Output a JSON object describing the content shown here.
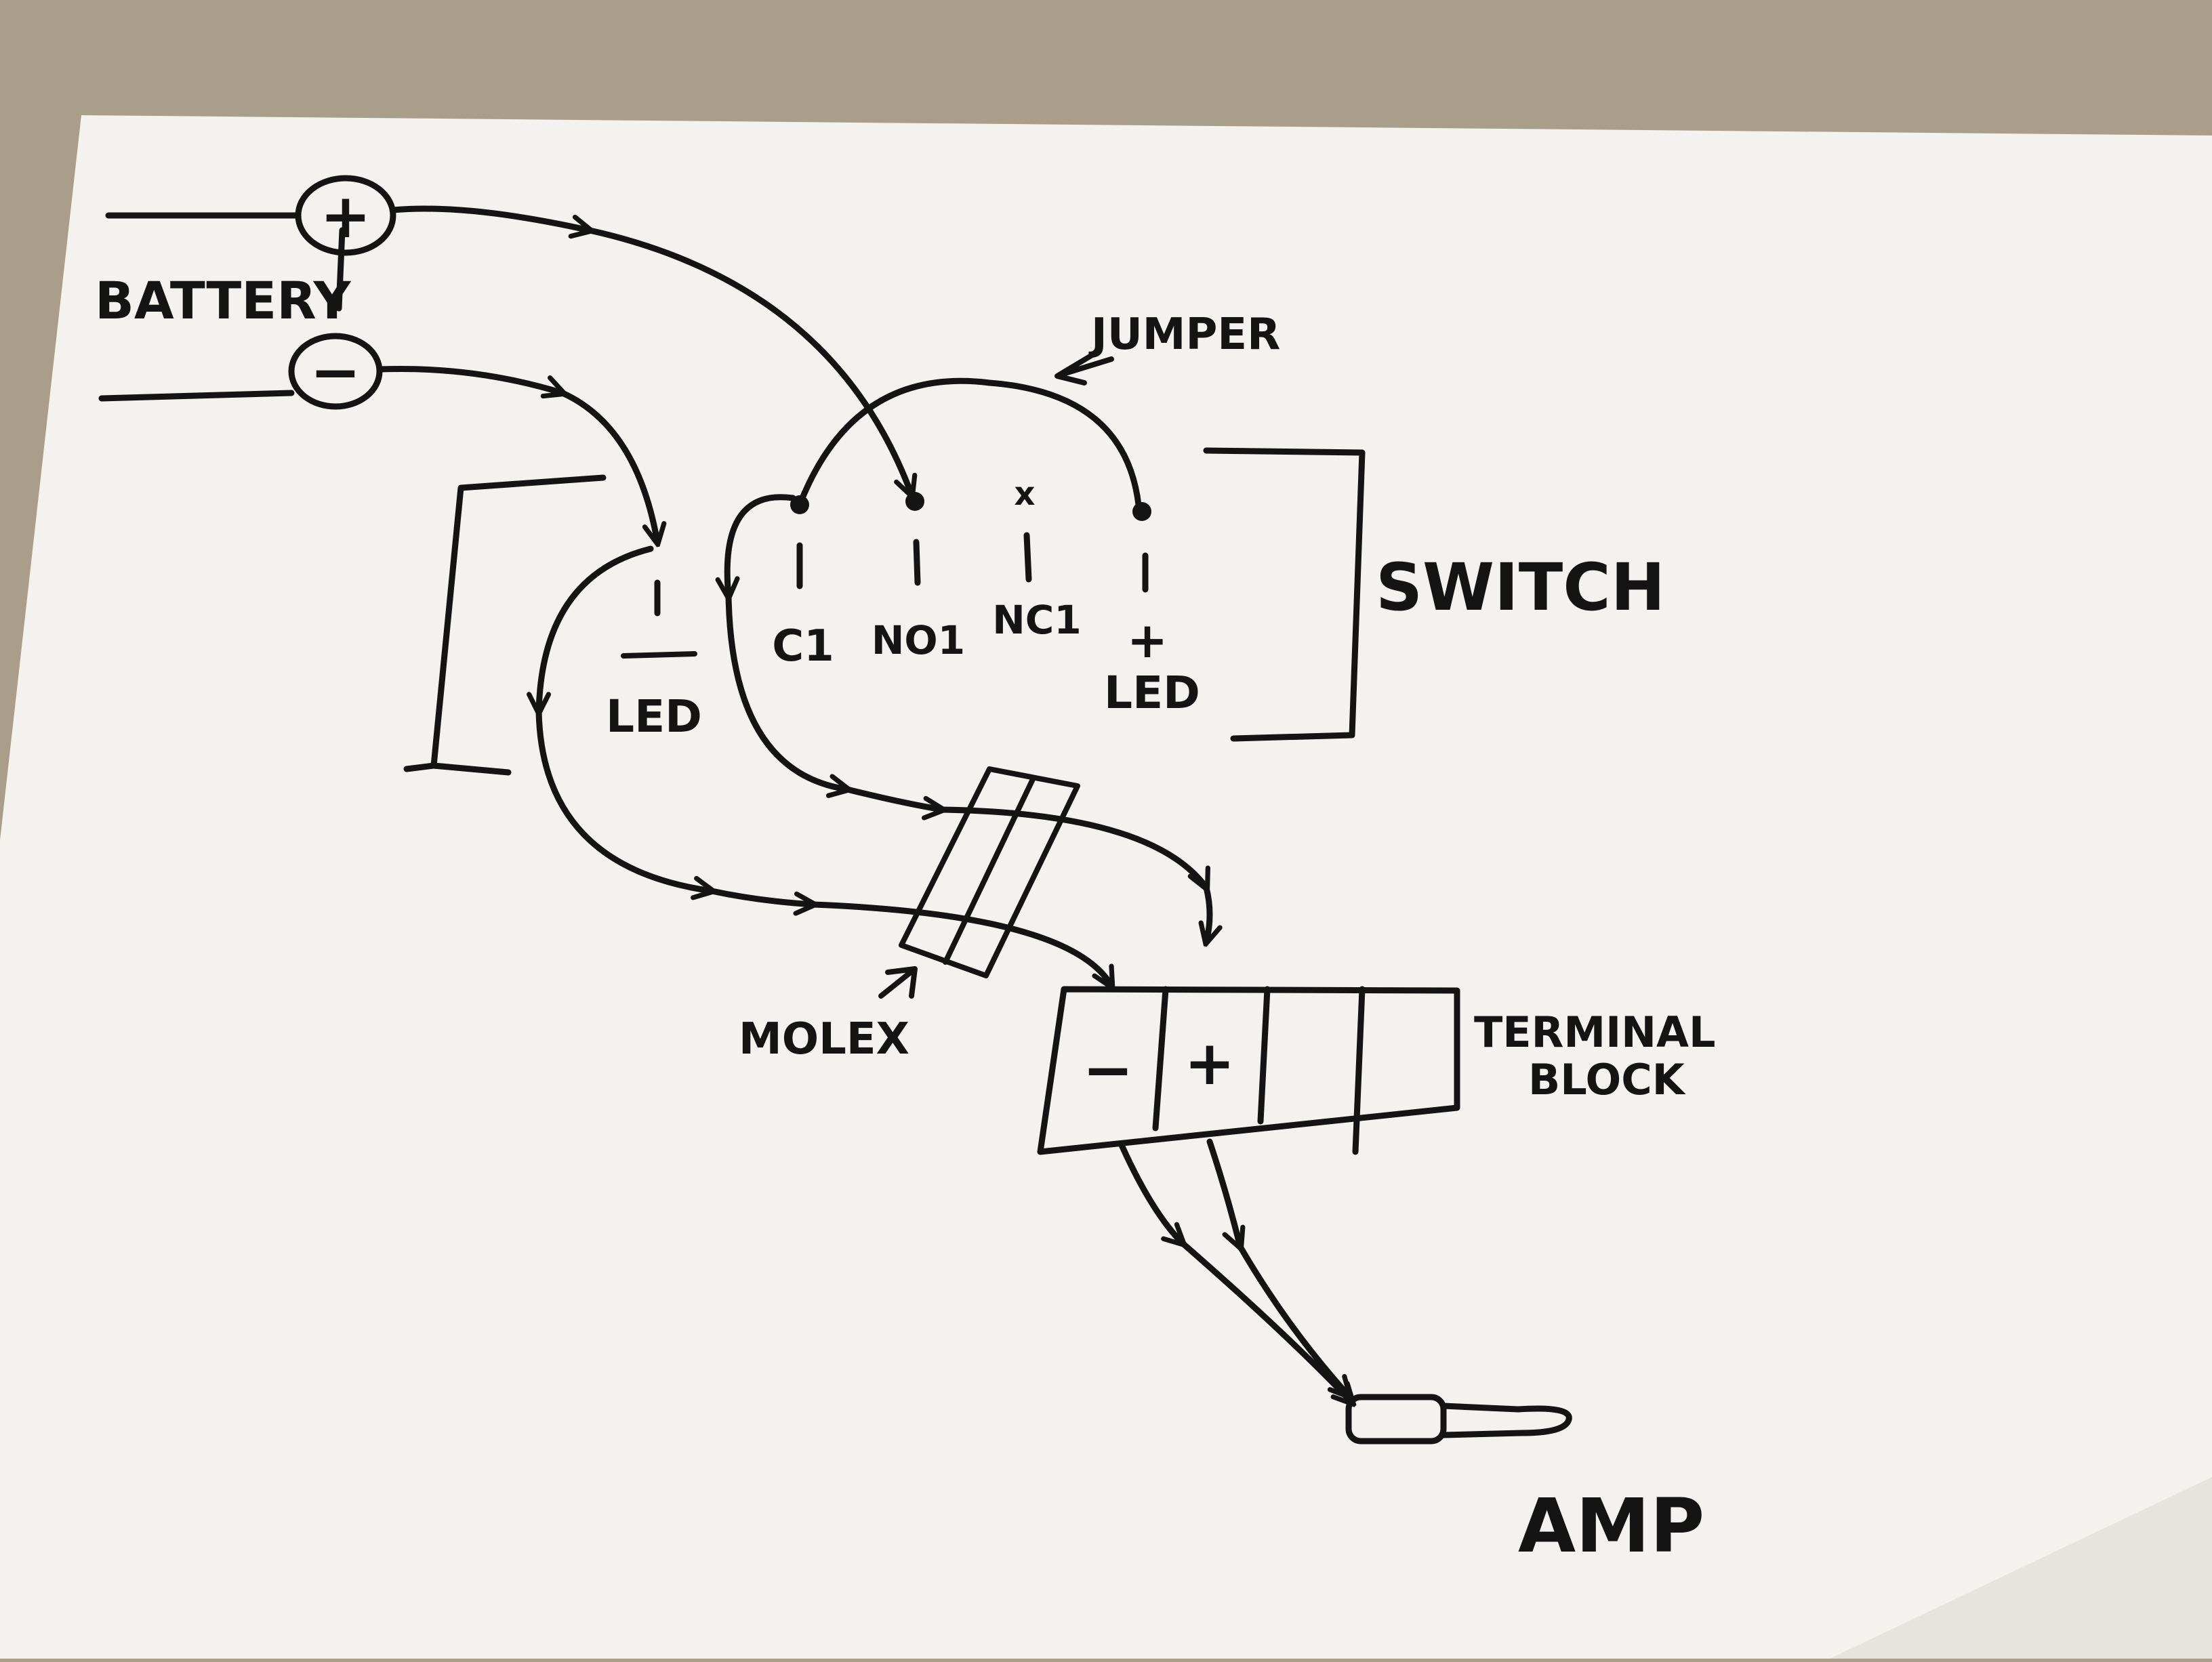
{
  "labels": {
    "battery": "BATTERY",
    "battery_pos": "+",
    "battery_neg": "−",
    "jumper": "JUMPER",
    "switch": "SWITCH",
    "pin_c1": "C1",
    "pin_no1": "NO1",
    "pin_nc1": "NC1",
    "pin_led_pos": "+",
    "pin_led_pos_label": "LED",
    "pin_led_neg": "−",
    "pin_led_neg_label": "LED",
    "nc1_mark": "x",
    "molex": "MOLEX",
    "terminal_block_line1": "TERMINAL",
    "terminal_block_line2": "BLOCK",
    "terminal_neg": "−",
    "terminal_pos": "+",
    "amp": "AMP"
  },
  "colors": {
    "ink": "#141414",
    "paper": "#f3f2ee",
    "table": "#a89e8a"
  }
}
